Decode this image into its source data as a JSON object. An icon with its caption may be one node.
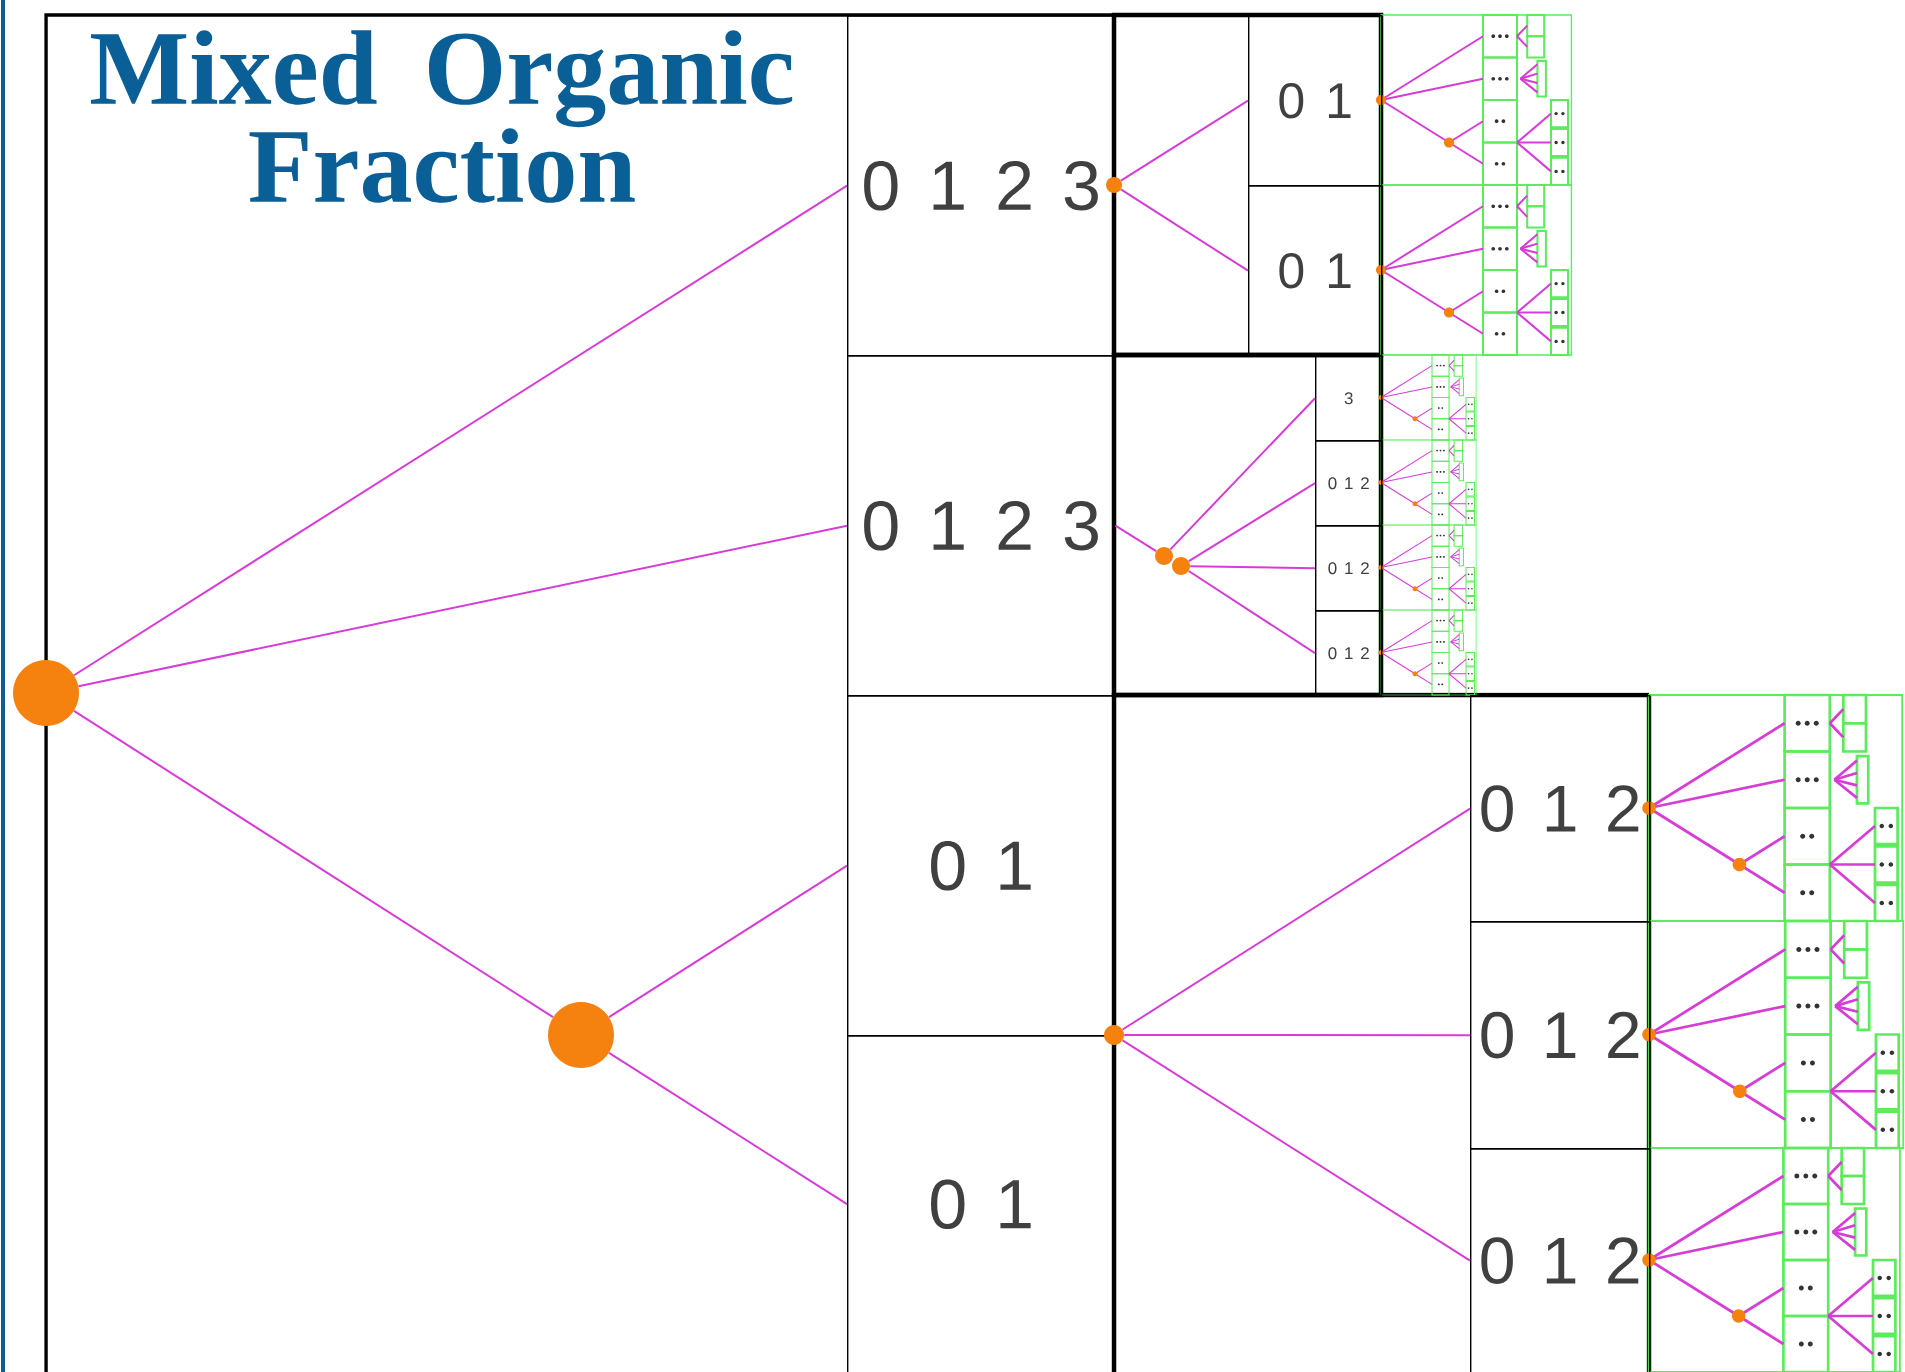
{
  "diagram": {
    "title": "Mixed Organic Fraction",
    "nodes": [
      {
        "text": [],
        "shape": "circle"
      },
      {
        "text": [
          "0 1 2 3"
        ]
      },
      {
        "text": [
          "0 1 2 3"
        ]
      },
      {
        "text": [],
        "shape": "circle"
      },
      {
        "text": [
          "0 1"
        ]
      },
      {
        "text": [
          "0 1"
        ]
      },
      {
        "text": [],
        "shape": "circle"
      },
      {
        "text": [
          "0 1"
        ]
      },
      {
        "text": [
          "0 1"
        ]
      },
      {
        "text": [],
        "shape": "circle"
      },
      {
        "text": [],
        "shape": "circle"
      },
      {
        "text": [
          "3"
        ]
      },
      {
        "text": [
          "0 1 2"
        ]
      },
      {
        "text": [
          "0 1 2"
        ]
      },
      {
        "text": [
          "0 1 2"
        ]
      },
      {
        "text": [],
        "shape": "circle"
      },
      {
        "text": [
          "0 1 2"
        ]
      },
      {
        "text": [
          "0 1 2"
        ]
      },
      {
        "text": [
          "0 1 2"
        ]
      }
    ],
    "edges": [
      {
        "from": 0,
        "to": 1,
        "arrow": "none"
      },
      {
        "from": 0,
        "to": 2,
        "arrow": "none"
      },
      {
        "from": 0,
        "to": 3,
        "arrow": "none"
      },
      {
        "from": 3,
        "to": 4,
        "arrow": "none"
      },
      {
        "from": 3,
        "to": 5,
        "arrow": "none"
      },
      {
        "from": 6,
        "to": 7,
        "arrow": "none"
      },
      {
        "from": 6,
        "to": 8,
        "arrow": "none"
      },
      {
        "from": 2,
        "to": 9,
        "arrow": "none"
      },
      {
        "from": 9,
        "to": 11,
        "arrow": "none"
      },
      {
        "from": 10,
        "to": 12,
        "arrow": "none"
      },
      {
        "from": 10,
        "to": 13,
        "arrow": "none"
      },
      {
        "from": 10,
        "to": 14,
        "arrow": "none"
      },
      {
        "from": 15,
        "to": 16,
        "arrow": "none"
      },
      {
        "from": 15,
        "to": 17,
        "arrow": "none"
      },
      {
        "from": 15,
        "to": 18,
        "arrow": "none"
      }
    ]
  }
}
